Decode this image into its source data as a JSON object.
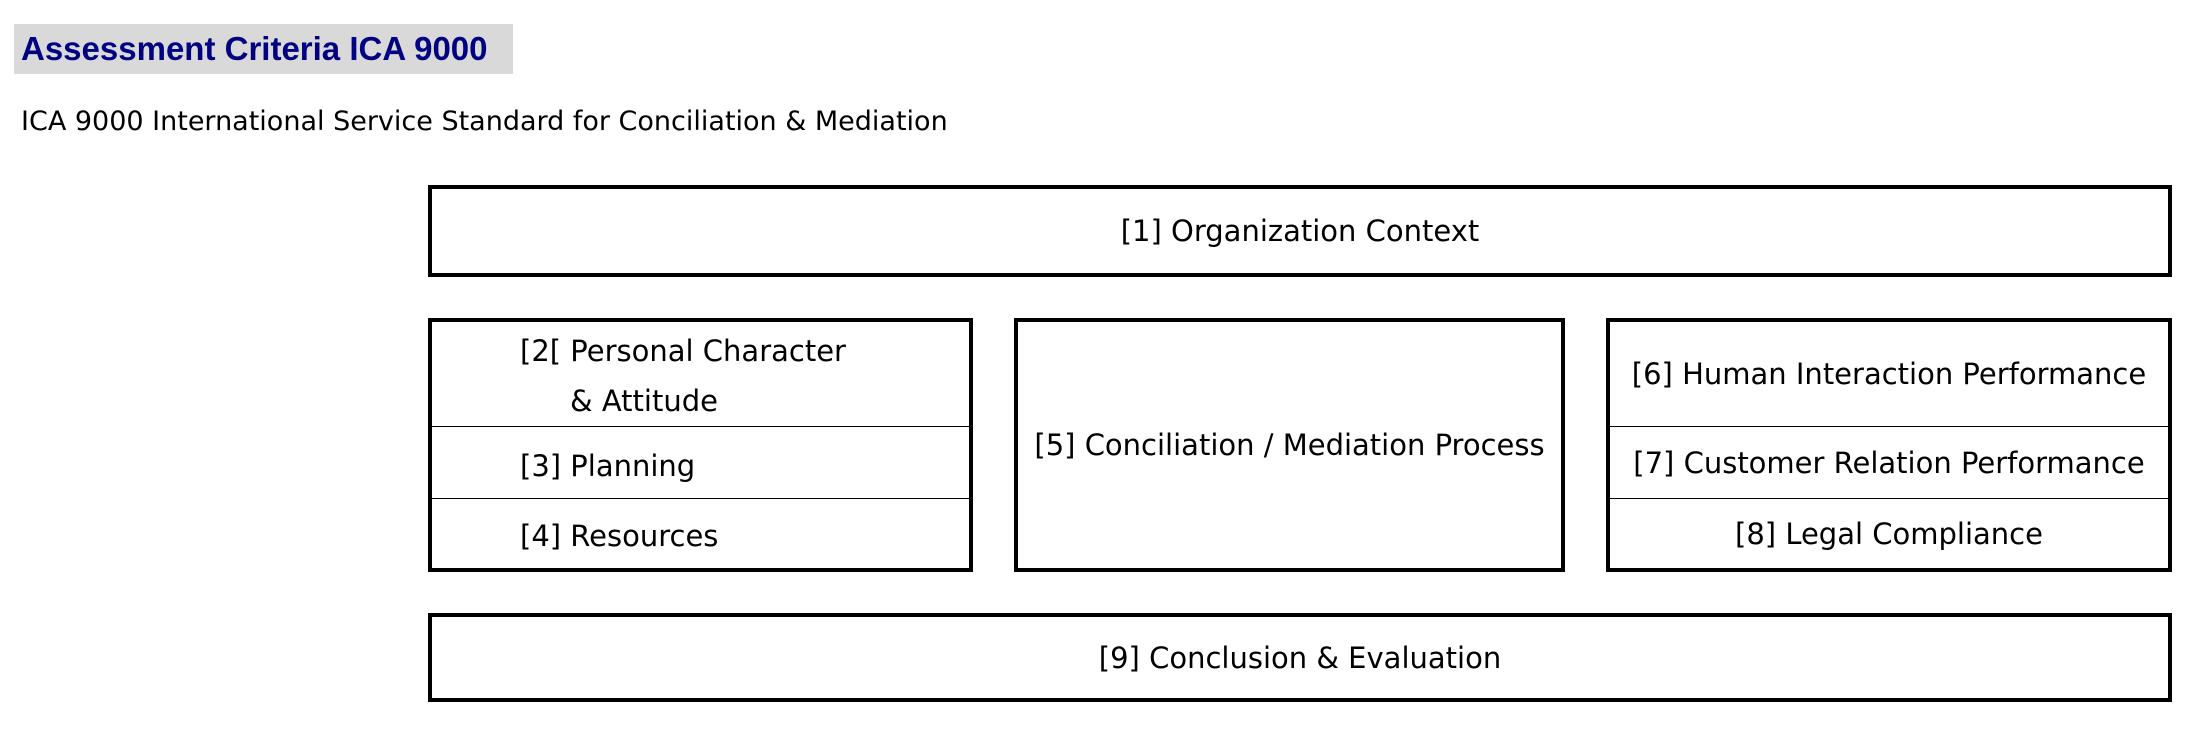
{
  "header": {
    "title": "Assessment Criteria ICA 9000",
    "subtitle": "ICA 9000 International Service Standard for Conciliation & Mediation"
  },
  "diagram": {
    "organization_context": "[1] Organization Context",
    "left_group": {
      "personal_character_line1": "[2[ Personal Character",
      "personal_character_line2": "& Attitude",
      "planning": "[3] Planning",
      "resources": "[4] Resources"
    },
    "process": "[5] Conciliation / Mediation Process",
    "right_group": {
      "human_interaction": "[6] Human Interaction Performance",
      "customer_relation": "[7] Customer Relation Performance",
      "legal_compliance": "[8] Legal Compliance"
    },
    "conclusion": "[9] Conclusion & Evaluation"
  },
  "colors": {
    "title_text": "#000080",
    "title_band": "#d9d9d9",
    "box_border": "#000000"
  }
}
